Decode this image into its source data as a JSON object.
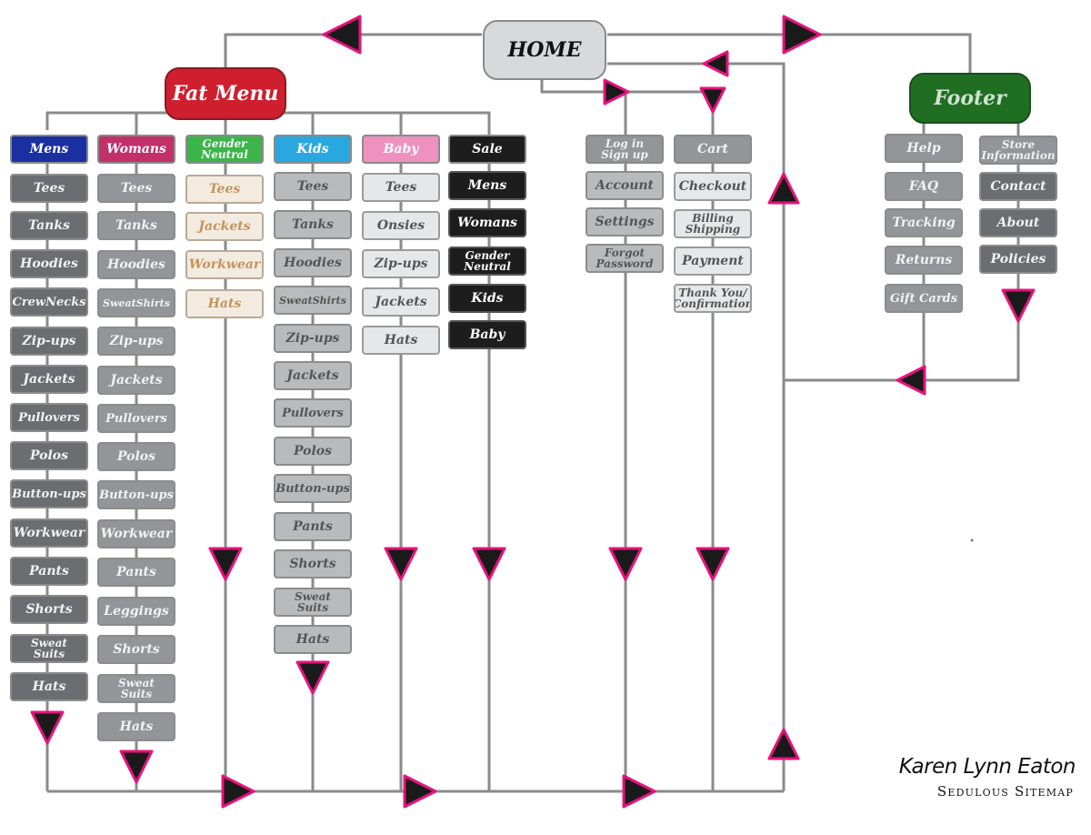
{
  "home": {
    "label": "HOME"
  },
  "fat_menu": {
    "label": "Fat Menu"
  },
  "footer": {
    "label": "Footer"
  },
  "columns": {
    "mens": {
      "header": "Mens",
      "items": [
        "Tees",
        "Tanks",
        "Hoodies",
        "CrewNecks",
        "Zip-ups",
        "Jackets",
        "Pullovers",
        "Polos",
        "Button-ups",
        "Workwear",
        "Pants",
        "Shorts",
        "Sweat\nSuits",
        "Hats"
      ]
    },
    "womans": {
      "header": "Womans",
      "items": [
        "Tees",
        "Tanks",
        "Hoodies",
        "SweatShirts",
        "Zip-ups",
        "Jackets",
        "Pullovers",
        "Polos",
        "Button-ups",
        "Workwear",
        "Pants",
        "Leggings",
        "Shorts",
        "Sweat\nSuits",
        "Hats"
      ]
    },
    "gender_neutral": {
      "header": "Gender\nNeutral",
      "items": [
        "Tees",
        "Jackets",
        "Workwear",
        "Hats"
      ]
    },
    "kids": {
      "header": "Kids",
      "items": [
        "Tees",
        "Tanks",
        "Hoodies",
        "SweatShirts",
        "Zip-ups",
        "Jackets",
        "Pullovers",
        "Polos",
        "Button-ups",
        "Pants",
        "Shorts",
        "Sweat\nSuits",
        "Hats"
      ]
    },
    "baby": {
      "header": "Baby",
      "items": [
        "Tees",
        "Onsies",
        "Zip-ups",
        "Jackets",
        "Hats"
      ]
    },
    "sale": {
      "header": "Sale",
      "items": [
        "Mens",
        "Womans",
        "Gender\nNeutral",
        "Kids",
        "Baby"
      ]
    },
    "account": {
      "header": "Log in\nSign up",
      "items": [
        "Account",
        "Settings",
        "Forgot\nPassword"
      ]
    },
    "cart": {
      "header": "Cart",
      "items": [
        "Checkout",
        "Billing\nShipping",
        "Payment",
        "Thank You/\nConfirmation"
      ]
    },
    "footer_left": {
      "header": "Help",
      "items": [
        "FAQ",
        "Tracking",
        "Returns",
        "Gift Cards"
      ]
    },
    "footer_right": {
      "header": "Store\nInformation",
      "items": [
        "Contact",
        "About",
        "Policies"
      ]
    }
  },
  "colors": {
    "line": "#8a8a8a",
    "arrow_fill": "#1a1a1a",
    "arrow_stroke": "#e8127c",
    "home": "#d8d9db",
    "fat_menu": "#cf1f2e",
    "footer": "#1f6e22",
    "mens_header": "#1a2fa0",
    "womans_header": "#c2306a",
    "gender_neutral_header": "#3bb54a",
    "kids_header": "#29a8e0",
    "baby_header": "#ef91bf",
    "dark_item": "#6c6d70",
    "mid_item": "#939598",
    "light_item": "#b9babc",
    "pale_item": "#e6e7e8",
    "cream_item": "#f3ebe0",
    "cream_text": "#c4935c",
    "black_item": "#1d1d1d"
  },
  "signature": {
    "name": "Karen Lynn Eaton",
    "subtitle": "Sedulous Sitemap"
  }
}
